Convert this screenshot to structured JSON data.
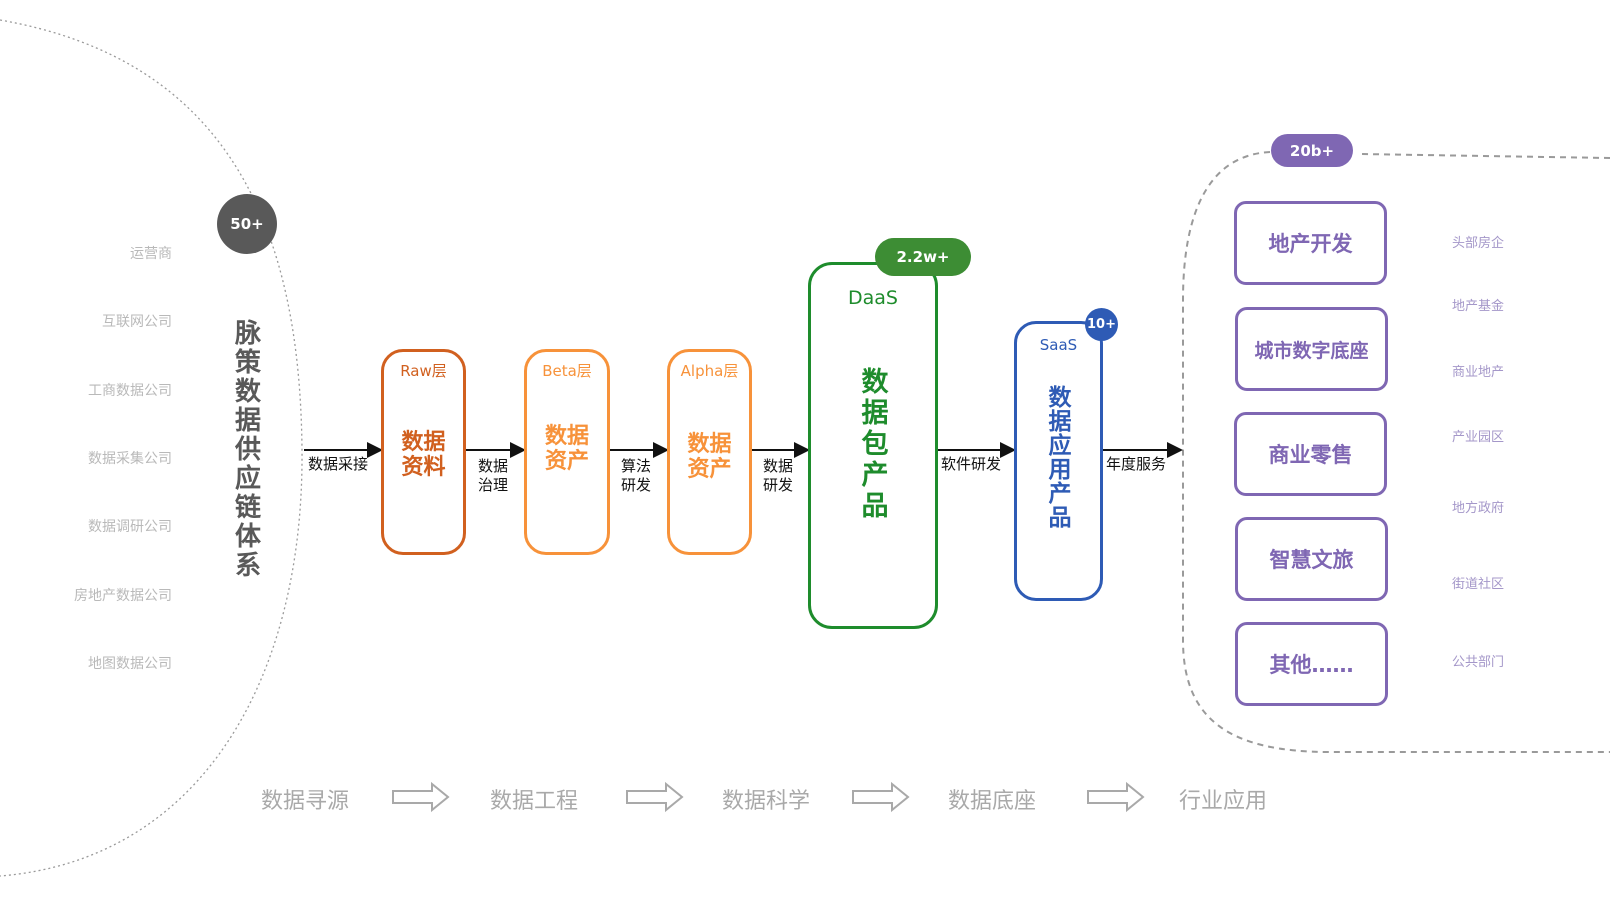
{
  "colors": {
    "gray_dark": "#595959",
    "raw": "#d1601f",
    "beta": "#f7923a",
    "alpha": "#f7923a",
    "daas": "#1e8c2c",
    "daas_badge": "#3d8d34",
    "saas": "#2e5bb5",
    "app": "#7f67b3",
    "client_label": "#a497c9",
    "source_label": "#b9b9b9",
    "phase": "#a9a9a9"
  },
  "sources": {
    "badge": "50+",
    "title": "脉策数据供应链体系",
    "items": [
      "运营商",
      "互联网公司",
      "工商数据公司",
      "数据采集公司",
      "数据调研公司",
      "房地产数据公司",
      "地图数据公司"
    ]
  },
  "flow": {
    "edges": [
      {
        "label": "数据采接"
      },
      {
        "label": "数据\n治理"
      },
      {
        "label": "算法\n研发"
      },
      {
        "label": "数据\n研发"
      },
      {
        "label": "软件研发"
      },
      {
        "label": "年度服务"
      }
    ],
    "stages": [
      {
        "layer": "Raw层",
        "title": "数据\n资料"
      },
      {
        "layer": "Beta层",
        "title": "数据\n资产"
      },
      {
        "layer": "Alpha层",
        "title": "数据\n资产"
      },
      {
        "layer": "DaaS",
        "title": "数据包产品",
        "badge": "2.2w+"
      },
      {
        "layer": "SaaS",
        "title": "数据应用产品",
        "badge": "10+"
      }
    ]
  },
  "applications": {
    "badge": "20b+",
    "items": [
      "地产开发",
      "城市数字底座",
      "商业零售",
      "智慧文旅",
      "其他……"
    ],
    "clients": [
      "头部房企",
      "地产基金",
      "商业地产",
      "产业园区",
      "地方政府",
      "街道社区",
      "公共部门"
    ]
  },
  "phases": [
    "数据寻源",
    "数据工程",
    "数据科学",
    "数据底座",
    "行业应用"
  ]
}
